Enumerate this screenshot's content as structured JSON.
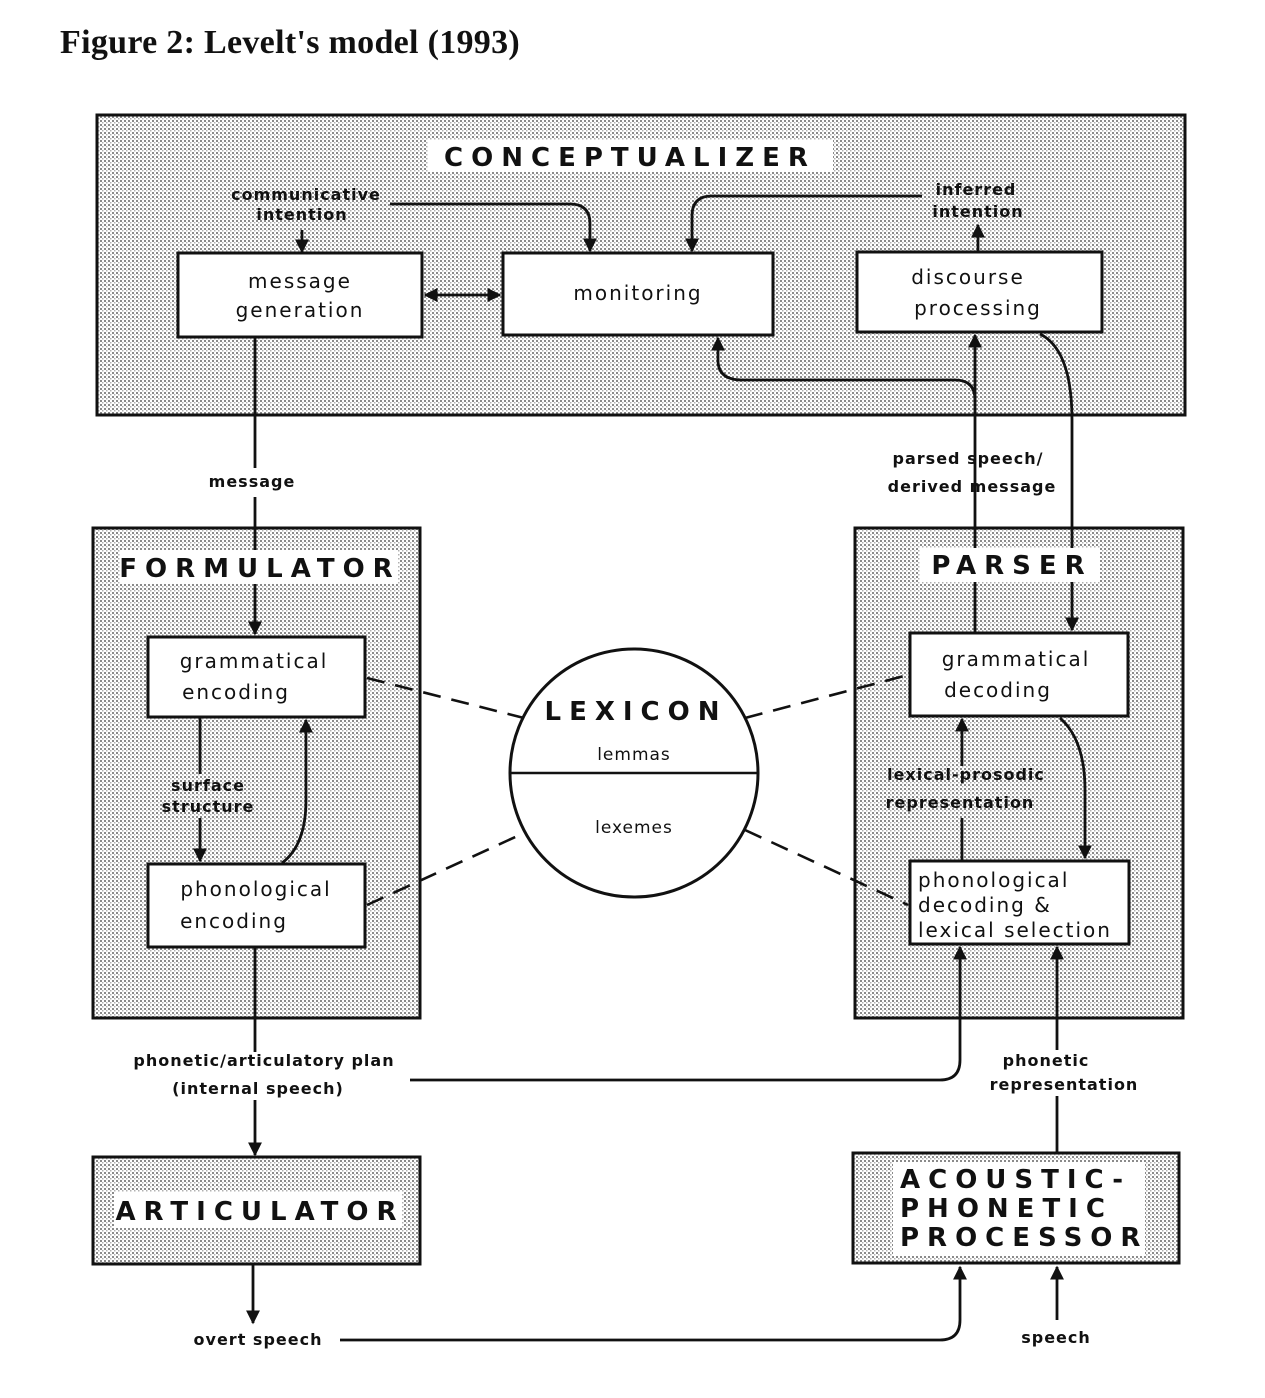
{
  "figure": {
    "title": "Figure 2: Levelt's model (1993)"
  },
  "modules": {
    "conceptualizer": "CONCEPTUALIZER",
    "formulator": "FORMULATOR",
    "parser": "PARSER",
    "articulator": "ARTICULATOR",
    "acoustic_phonetic_processor": [
      "ACOUSTIC-",
      "PHONETIC",
      "PROCESSOR"
    ],
    "lexicon": "LEXICON"
  },
  "boxes": {
    "message_generation": [
      "message",
      "generation"
    ],
    "monitoring": [
      "monitoring"
    ],
    "discourse_processing": [
      "discourse",
      "processing"
    ],
    "grammatical_encoding": [
      "grammatical",
      "encoding"
    ],
    "phonological_encoding": [
      "phonological",
      "encoding"
    ],
    "grammatical_decoding": [
      "grammatical",
      "decoding"
    ],
    "phonological_decoding": [
      "phonological",
      "decoding &",
      "lexical selection"
    ]
  },
  "lexicon_parts": {
    "top": "lemmas",
    "bottom": "lexemes"
  },
  "flow_labels": {
    "communicative_intention": [
      "communicative",
      "intention"
    ],
    "inferred_intention": [
      "inferred",
      "intention"
    ],
    "message": "message",
    "parsed_speech": [
      "parsed speech/",
      "derived message"
    ],
    "surface_structure": [
      "surface",
      "structure"
    ],
    "lexical_prosodic": [
      "lexical-prosodic",
      "representation"
    ],
    "phonetic_plan": [
      "phonetic/articulatory plan",
      "(internal speech)"
    ],
    "phonetic_representation": [
      "phonetic",
      "representation"
    ],
    "overt_speech": "overt speech",
    "speech": "speech"
  },
  "colors": {
    "ink": "#111111",
    "dot": "#8a8a8a",
    "paper": "#ffffff"
  }
}
